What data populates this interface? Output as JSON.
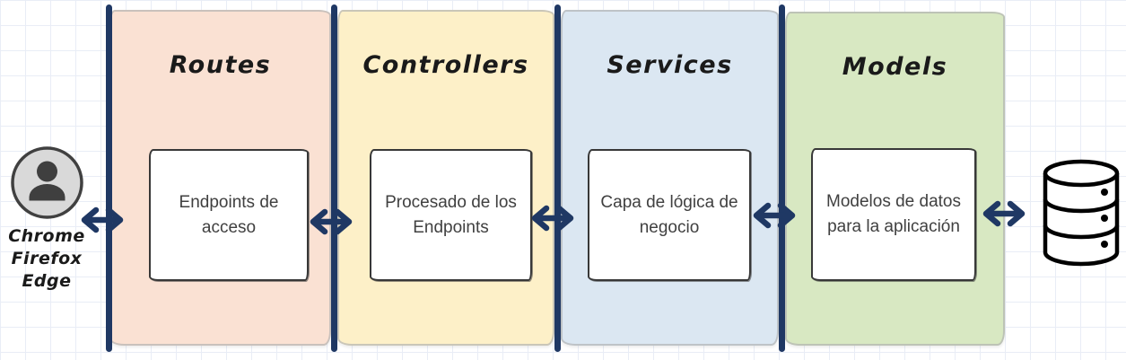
{
  "client": {
    "lines": [
      "Chrome",
      "Firefox",
      "Edge"
    ]
  },
  "layers": [
    {
      "title": "Routes",
      "box_text": "Endpoints de acceso",
      "bg": "#fae1d3"
    },
    {
      "title": "Controllers",
      "box_text": "Procesado de los Endpoints",
      "bg": "#fdf0c8"
    },
    {
      "title": "Services",
      "box_text": "Capa de lógica de negocio",
      "bg": "#dbe7f2"
    },
    {
      "title": "Models",
      "box_text": "Modelos de datos para la aplicación",
      "bg": "#d8e8c2"
    }
  ],
  "icons": {
    "client": "user-icon",
    "storage": "database-icon"
  },
  "colors": {
    "divider_and_arrow": "#1f3864",
    "grid_line": "#e9edf6",
    "box_border": "#383838",
    "box_text": "#404040",
    "user_circle_fill": "#d9d9d9",
    "user_glyph": "#3f3f3f",
    "db_icon_stroke": "#000000"
  }
}
